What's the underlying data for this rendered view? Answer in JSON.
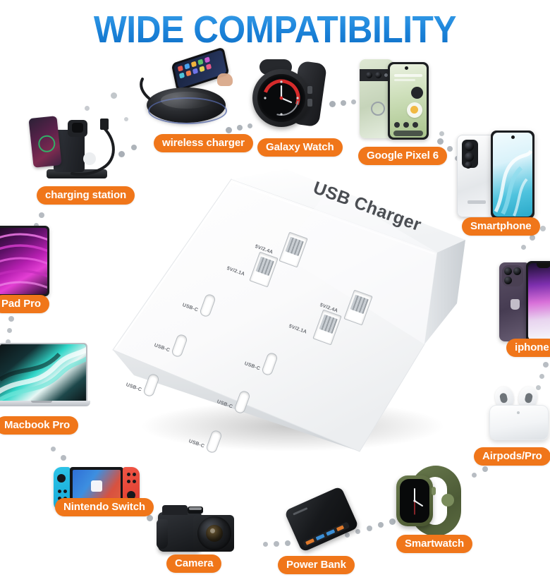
{
  "header": {
    "title": "WIDE COMPATIBILITY",
    "title_color": "#1E86DC"
  },
  "theme": {
    "badge_bg": "#F0761A",
    "badge_text": "#FFFFFF",
    "connector_dot": "#9AA1A9",
    "background": "#FFFFFF",
    "device_body": "#FFFFFF",
    "device_text": "#4A4D52"
  },
  "product": {
    "brand_text": "USB Charger",
    "usb_c_label": "USB-C",
    "usb_c_count": 6,
    "usb_a_ports": [
      {
        "label": "5V/2.4A"
      },
      {
        "label": "5V/2.1A"
      },
      {
        "label": "5V/2.4A"
      },
      {
        "label": "5V/2.1A"
      }
    ],
    "port_labels": [
      "USB-C",
      "USB-C",
      "USB-C",
      "USB-C",
      "USB-C",
      "USB-C",
      "5V/2.4A",
      "5V/2.1A",
      "5V/2.4A",
      "5V/2.1A"
    ]
  },
  "devices": [
    {
      "id": "charging-station",
      "label": "charging station"
    },
    {
      "id": "wireless-charger",
      "label": "wireless charger"
    },
    {
      "id": "galaxy-watch",
      "label": "Galaxy Watch"
    },
    {
      "id": "google-pixel-6",
      "label": "Google Pixel 6"
    },
    {
      "id": "smartphone",
      "label": "Smartphone"
    },
    {
      "id": "iphone",
      "label": "iphone"
    },
    {
      "id": "airpods-pro",
      "label": "Airpods/Pro"
    },
    {
      "id": "smartwatch",
      "label": "Smartwatch"
    },
    {
      "id": "power-bank",
      "label": "Power Bank"
    },
    {
      "id": "camera",
      "label": "Camera"
    },
    {
      "id": "nintendo-switch",
      "label": "Nintendo Switch"
    },
    {
      "id": "macbook-pro",
      "label": "Macbook Pro"
    },
    {
      "id": "ipad-pro",
      "label": "Pad Pro"
    }
  ]
}
